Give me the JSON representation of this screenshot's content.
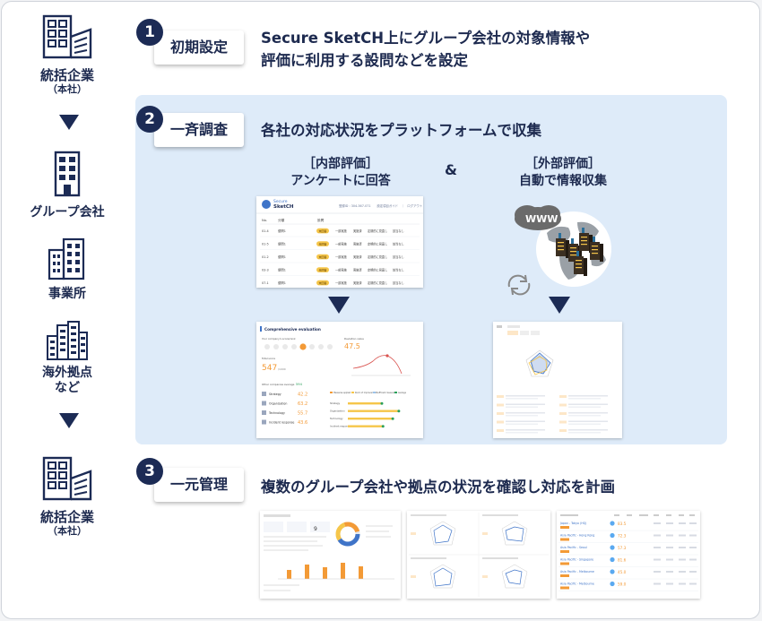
{
  "flow": {
    "hq_top": {
      "label": "統括企業",
      "sub": "（本社）"
    },
    "group": {
      "label": "グループ会社"
    },
    "office": {
      "label": "事業所"
    },
    "overseas": {
      "label_line1": "海外拠点",
      "label_line2": "など"
    },
    "hq_bottom": {
      "label": "統括企業",
      "sub": "（本社）"
    }
  },
  "steps": [
    {
      "number": "1",
      "title": "初期設定",
      "desc_line1": "Secure SketCH上にグループ会社の対象情報や",
      "desc_line2": "評価に利用する設問などを設定"
    },
    {
      "number": "2",
      "title": "一斉調査",
      "desc_line1": "各社の対応状況をプラットフォームで収集"
    },
    {
      "number": "3",
      "title": "一元管理",
      "desc_line1": "複数のグループ会社や拠点の状況を確認し対応を計画"
    }
  ],
  "internal": {
    "title_line1": "［内部評価］",
    "title_line2": "アンケートに回答"
  },
  "external": {
    "title_line1": "［外部評価］",
    "title_line2": "自動で情報収集"
  },
  "amp": "&",
  "www": "WWW",
  "survey_mock": {
    "brand_line1": "Secure",
    "brand_line2": "SketCH",
    "topbar": "登録ID : 304-367-071　　設定項目ガイド　｜　ログアウト",
    "col_no": "No.",
    "col_area": "分類",
    "col_q": "設問",
    "rows": [
      {
        "no": "01-4",
        "area": "優問1",
        "badge": "未回答",
        "a": "一部実施",
        "b": "実施済",
        "c": "定期的に見直し",
        "d": "該当なし"
      },
      {
        "no": "01-5",
        "area": "優問1",
        "badge": "未回答",
        "a": "一部実施",
        "b": "実施済",
        "c": "定期的に見直し",
        "d": "該当なし"
      },
      {
        "no": "01-2",
        "area": "優問1",
        "badge": "未回答",
        "a": "一部実施",
        "b": "実施済",
        "c": "定期的に見直し",
        "d": "該当なし"
      },
      {
        "no": "03-3",
        "area": "優問1",
        "badge": "未回答",
        "a": "一部実施",
        "b": "実施済",
        "c": "定期的に見直し",
        "d": "該当なし"
      },
      {
        "no": "07-1",
        "area": "優問1",
        "badge": "未回答",
        "a": "一部実施",
        "b": "実施済",
        "c": "定期的に見直し",
        "d": "該当なし"
      }
    ]
  },
  "eval_mock": {
    "title": "Comprehensive evaluation",
    "sub_left": "Your company's score/rank",
    "sub_right": "Deviation value",
    "dev_value": "47.5",
    "total_label": "Total score",
    "total_value": "547",
    "total_suffix": "/1000",
    "avg_label": "Other companies average",
    "avg_value": "594",
    "items": [
      {
        "name": "Strategy",
        "value": "42.2"
      },
      {
        "name": "Organization",
        "value": "63.2"
      },
      {
        "name": "Technology",
        "value": "55.7"
      },
      {
        "name": "Incident response",
        "value": "43.6"
      }
    ],
    "legend": [
      "Measures applied",
      "Room of improvement",
      "Sufficient measures",
      "Average"
    ]
  },
  "dashboard_mock": {
    "regions": [
      {
        "name": "Japan - Tokyo (HQ)",
        "score": "83.5"
      },
      {
        "name": "Asia Pacific - Hong Kong",
        "score": "72.3"
      },
      {
        "name": "Asia Pacific - Seoul",
        "score": "57.3"
      },
      {
        "name": "Asia Pacific - Singapore",
        "score": "81.6"
      },
      {
        "name": "Asia Pacific - Melbourne",
        "score": "45.0"
      },
      {
        "name": "Asia Pacific - Melbourne",
        "score": "59.0"
      }
    ]
  },
  "colors": {
    "navy": "#1c2b55",
    "panel": "#deebf9",
    "accent_orange": "#f39a36",
    "badge_yellow": "#f6c64a",
    "link_blue": "#3f74c8"
  }
}
